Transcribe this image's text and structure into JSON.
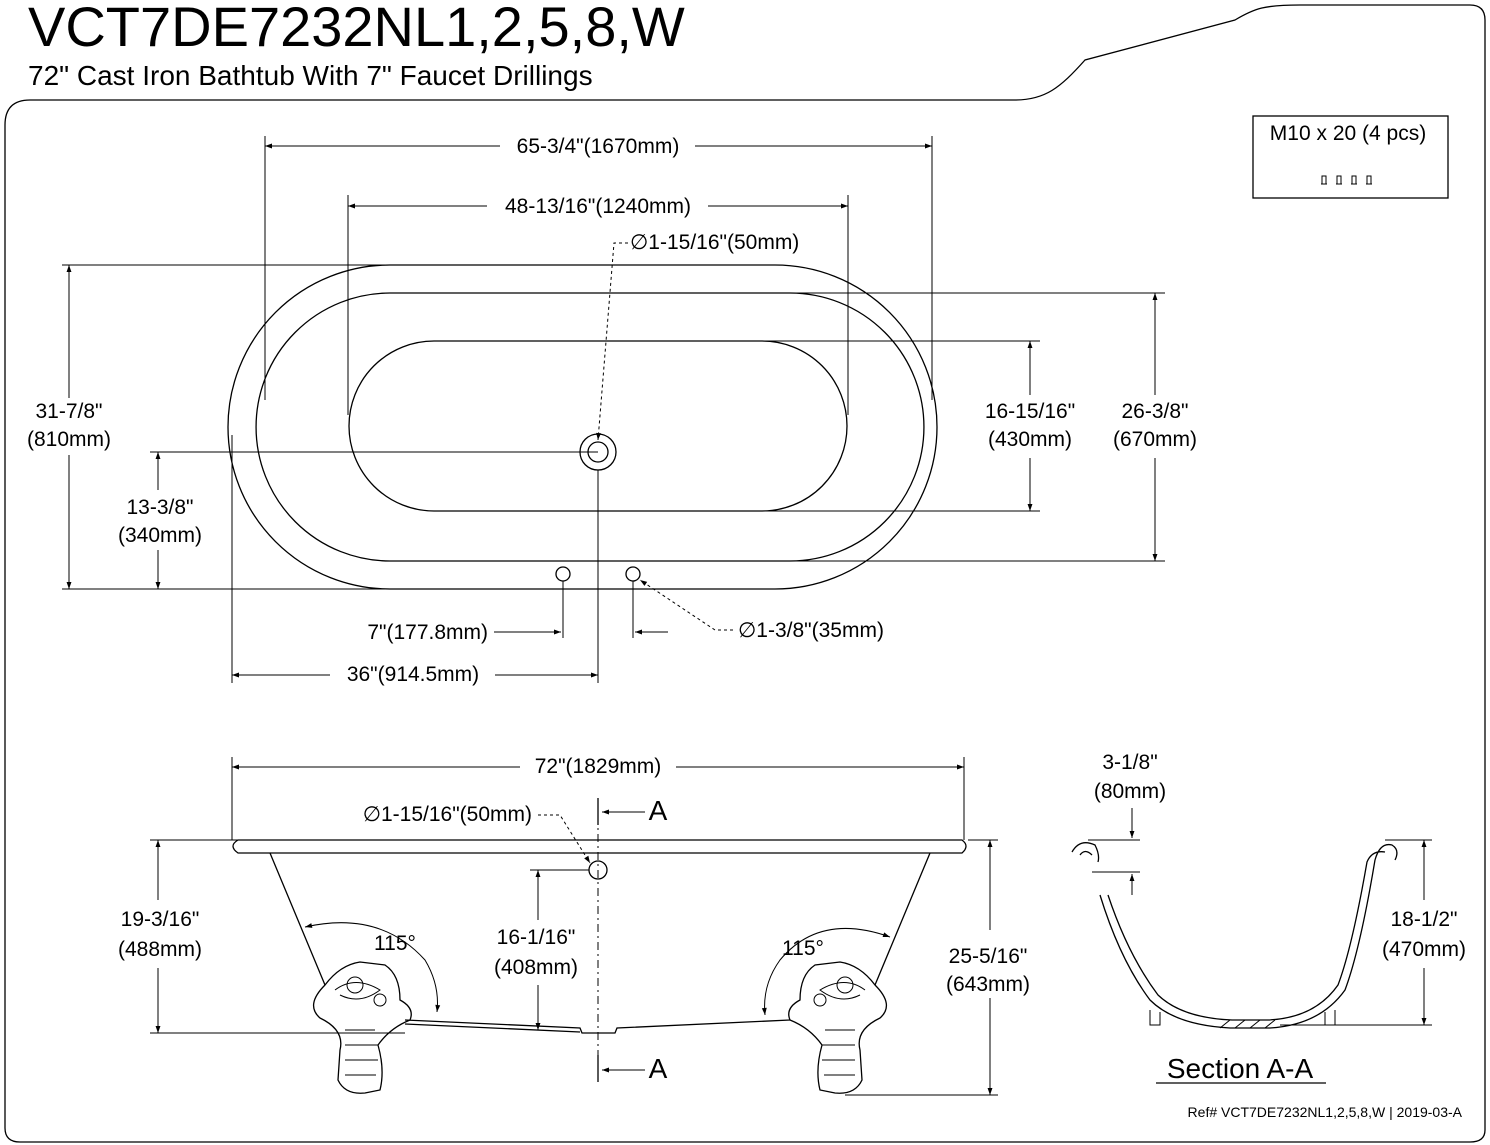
{
  "title": "VCT7DE7232NL1,2,5,8,W",
  "subtitle": "72\" Cast Iron Bathtub With 7\" Faucet Drillings",
  "hardware": {
    "label": "M10 x 20 (4 pcs)"
  },
  "top_view": {
    "overall_length": "65-3/4\"(1670mm)",
    "inner_length": "48-13/16\"(1240mm)",
    "drain_diameter": "∅1-15/16\"(50mm)",
    "overall_width_in": "31-7/8\"",
    "overall_width_mm": "(810mm)",
    "drain_offset_in": "13-3/8\"",
    "drain_offset_mm": "(340mm)",
    "inner_width_in": "16-15/16\"",
    "inner_width_mm": "(430mm)",
    "rim_width_in": "26-3/8\"",
    "rim_width_mm": "(670mm)",
    "faucet_spacing": "7\"(177.8mm)",
    "faucet_hole": "∅1-3/8\"(35mm)",
    "drain_from_end": "36\"(914.5mm)"
  },
  "side_view": {
    "overall_length": "72\"(1829mm)",
    "overflow_diameter": "∅1-15/16\"(50mm)",
    "section_label": "A",
    "rim_height_in": "19-3/16\"",
    "rim_height_mm": "(488mm)",
    "overflow_height_in": "16-1/16\"",
    "overflow_height_mm": "(408mm)",
    "angle_left": "115°",
    "angle_right": "115°",
    "total_height_in": "25-5/16\"",
    "total_height_mm": "(643mm)"
  },
  "section_view": {
    "rim_thickness_in": "3-1/8\"",
    "rim_thickness_mm": "(80mm)",
    "depth_in": "18-1/2\"",
    "depth_mm": "(470mm)",
    "title": "Section A-A"
  },
  "reference": "Ref# VCT7DE7232NL1,2,5,8,W | 2019-03-A"
}
